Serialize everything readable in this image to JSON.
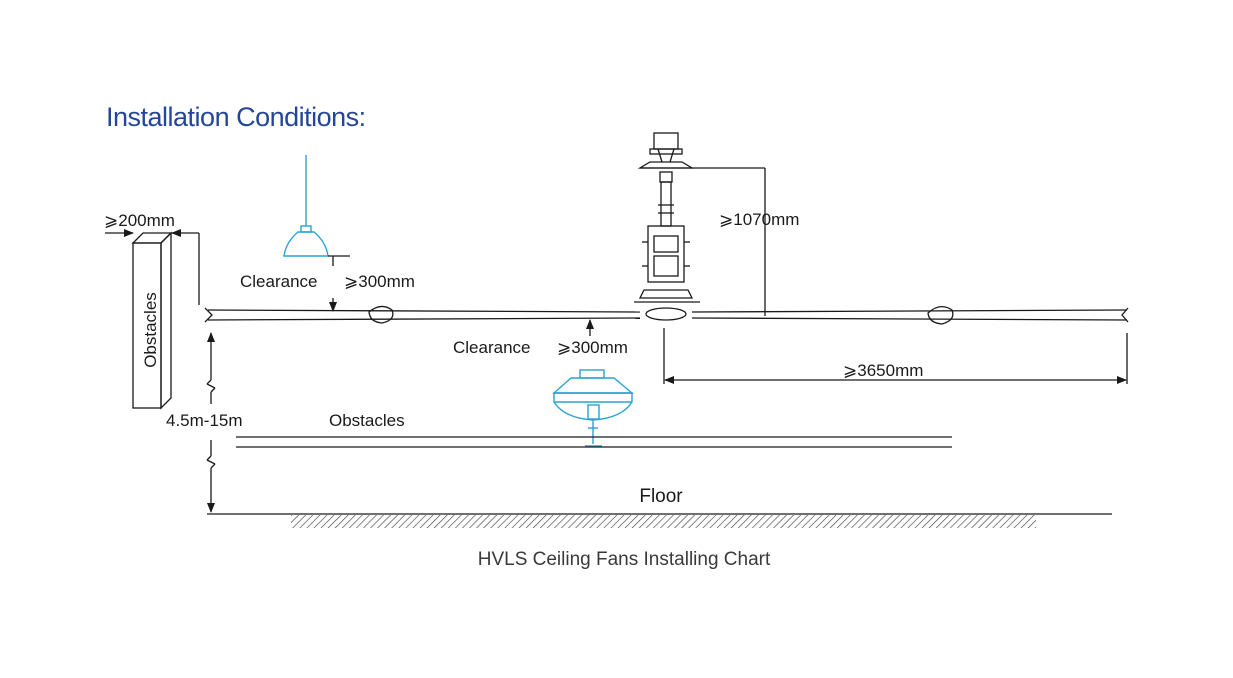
{
  "title": "Installation Conditions:",
  "caption": "HVLS Ceiling Fans Installing Chart",
  "labels": {
    "wall_gap": "⩾200mm",
    "wall_obstacles": "Obstacles",
    "lamp_clearance": "Clearance",
    "lamp_clearance_value": "⩾300mm",
    "mount_height": "⩾1070mm",
    "blade_clearance": "Clearance",
    "blade_clearance_value": "⩾300mm",
    "blade_radius": "⩾3650mm",
    "install_height": "4.5m-15m",
    "floor_obstacles": "Obstacles",
    "floor": "Floor"
  },
  "colors": {
    "title": "#24469a",
    "fixtures": "#2aa3d6",
    "lines": "#1a1a1a"
  }
}
